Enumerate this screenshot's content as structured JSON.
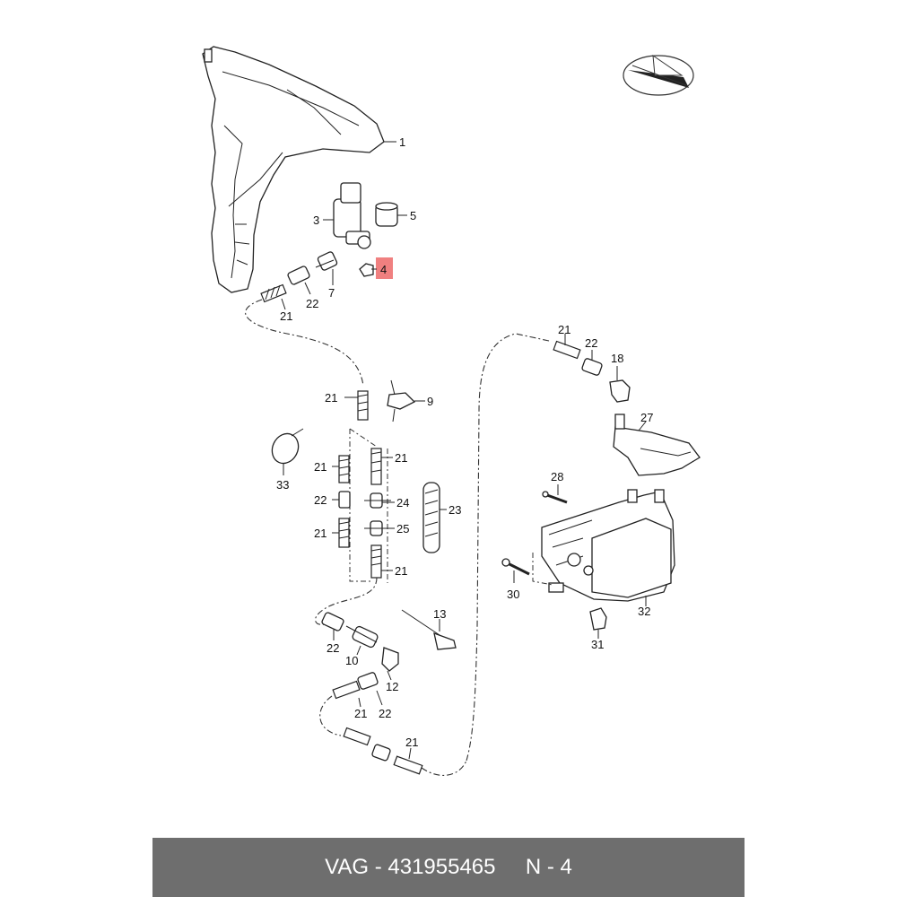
{
  "callouts": {
    "c1": "1",
    "c3": "3",
    "c4": "4",
    "c5": "5",
    "c7": "7",
    "c21a": "21",
    "c22a": "22",
    "c21b": "21",
    "c9": "9",
    "c33": "33",
    "c21c": "21",
    "c21d": "21",
    "c22b": "22",
    "c21e": "21",
    "c24": "24",
    "c25": "25",
    "c23": "23",
    "c21f": "21",
    "c21g": "21",
    "c22c": "22",
    "c18": "18",
    "c27": "27",
    "c28": "28",
    "c30": "30",
    "c32": "32",
    "c31": "31",
    "c13": "13",
    "c22d": "22",
    "c10": "10",
    "c12": "12",
    "c21h": "21",
    "c22e": "22",
    "c21i": "21"
  },
  "footer": {
    "text": "VAG - 431955465     N - 4"
  },
  "colors": {
    "highlight": "#f08080",
    "footer_bg": "#6e6e6e",
    "footer_text": "#ffffff"
  },
  "icons": {
    "orientation": "compass-icon"
  }
}
